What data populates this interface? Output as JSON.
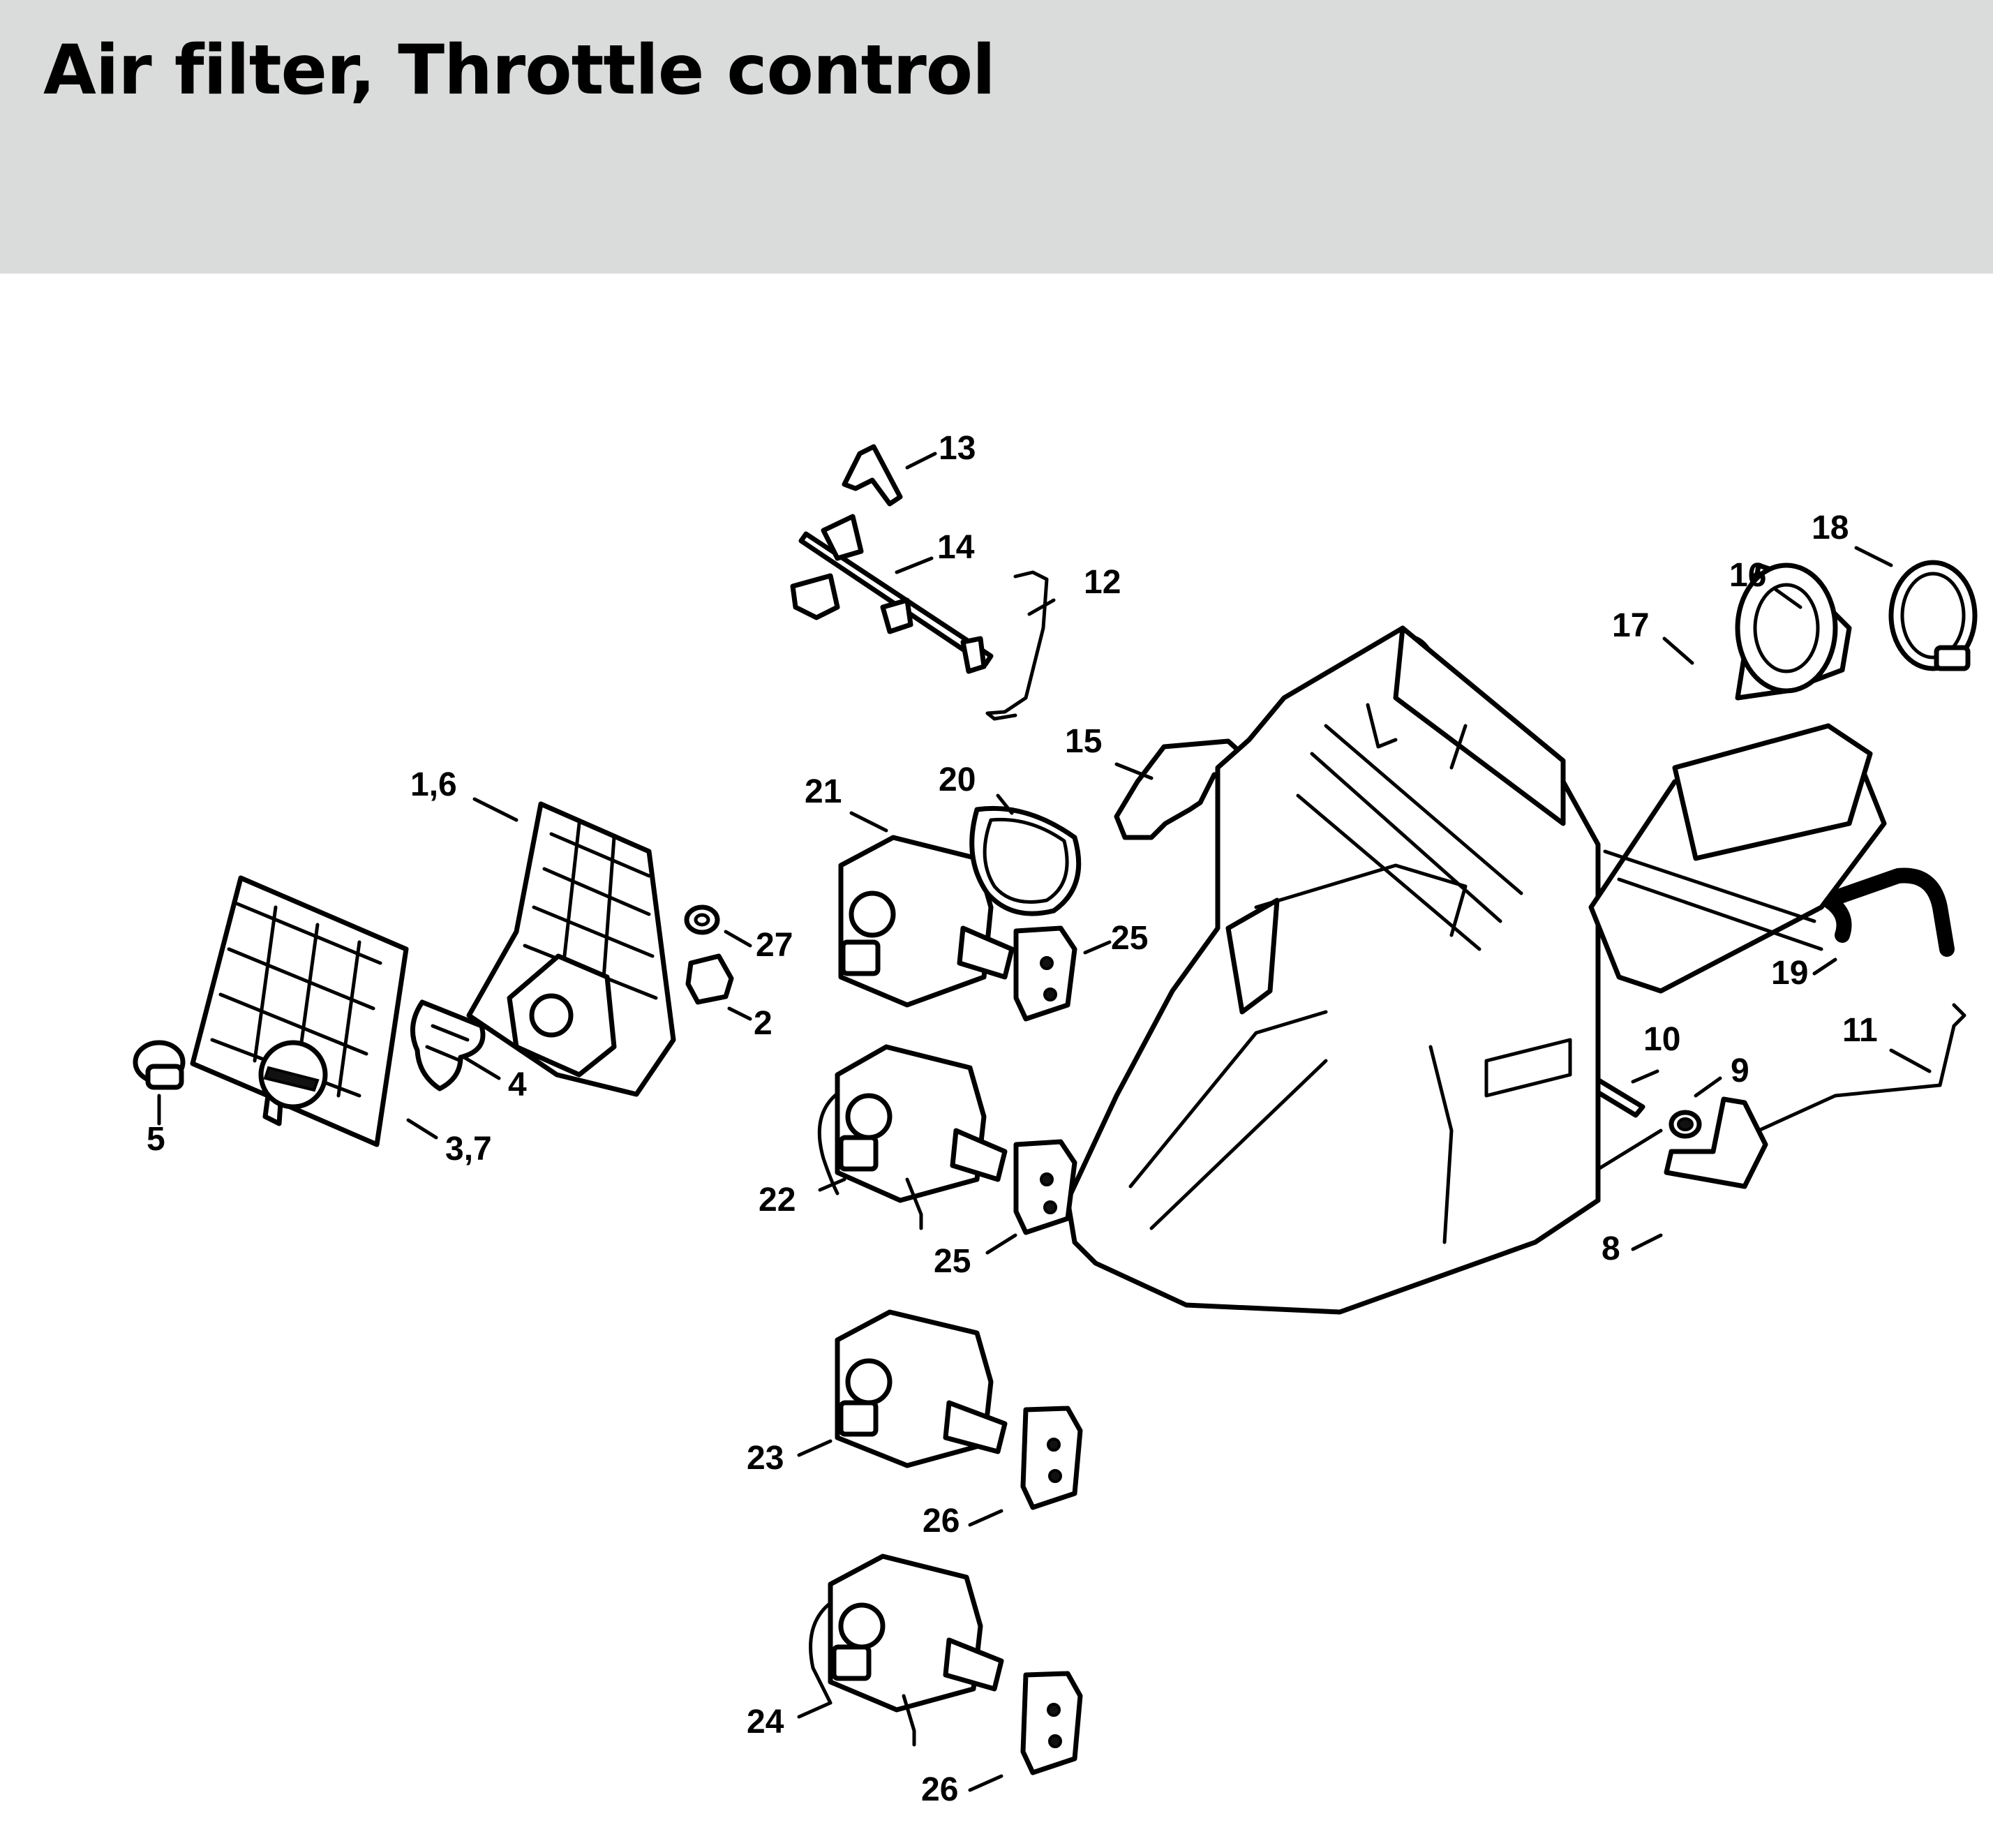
{
  "title": "Air filter, Throttle control",
  "colors": {
    "header_background": "#dadbdb",
    "line_art": "#000000",
    "background": "#ffffff"
  },
  "callouts": [
    "13",
    "14",
    "12",
    "18",
    "16",
    "17",
    "15",
    "1,6",
    "21",
    "20",
    "27",
    "25",
    "2",
    "4",
    "5",
    "3,7",
    "19",
    "10",
    "11",
    "9",
    "22",
    "25",
    "8",
    "23",
    "26",
    "24",
    "26"
  ]
}
